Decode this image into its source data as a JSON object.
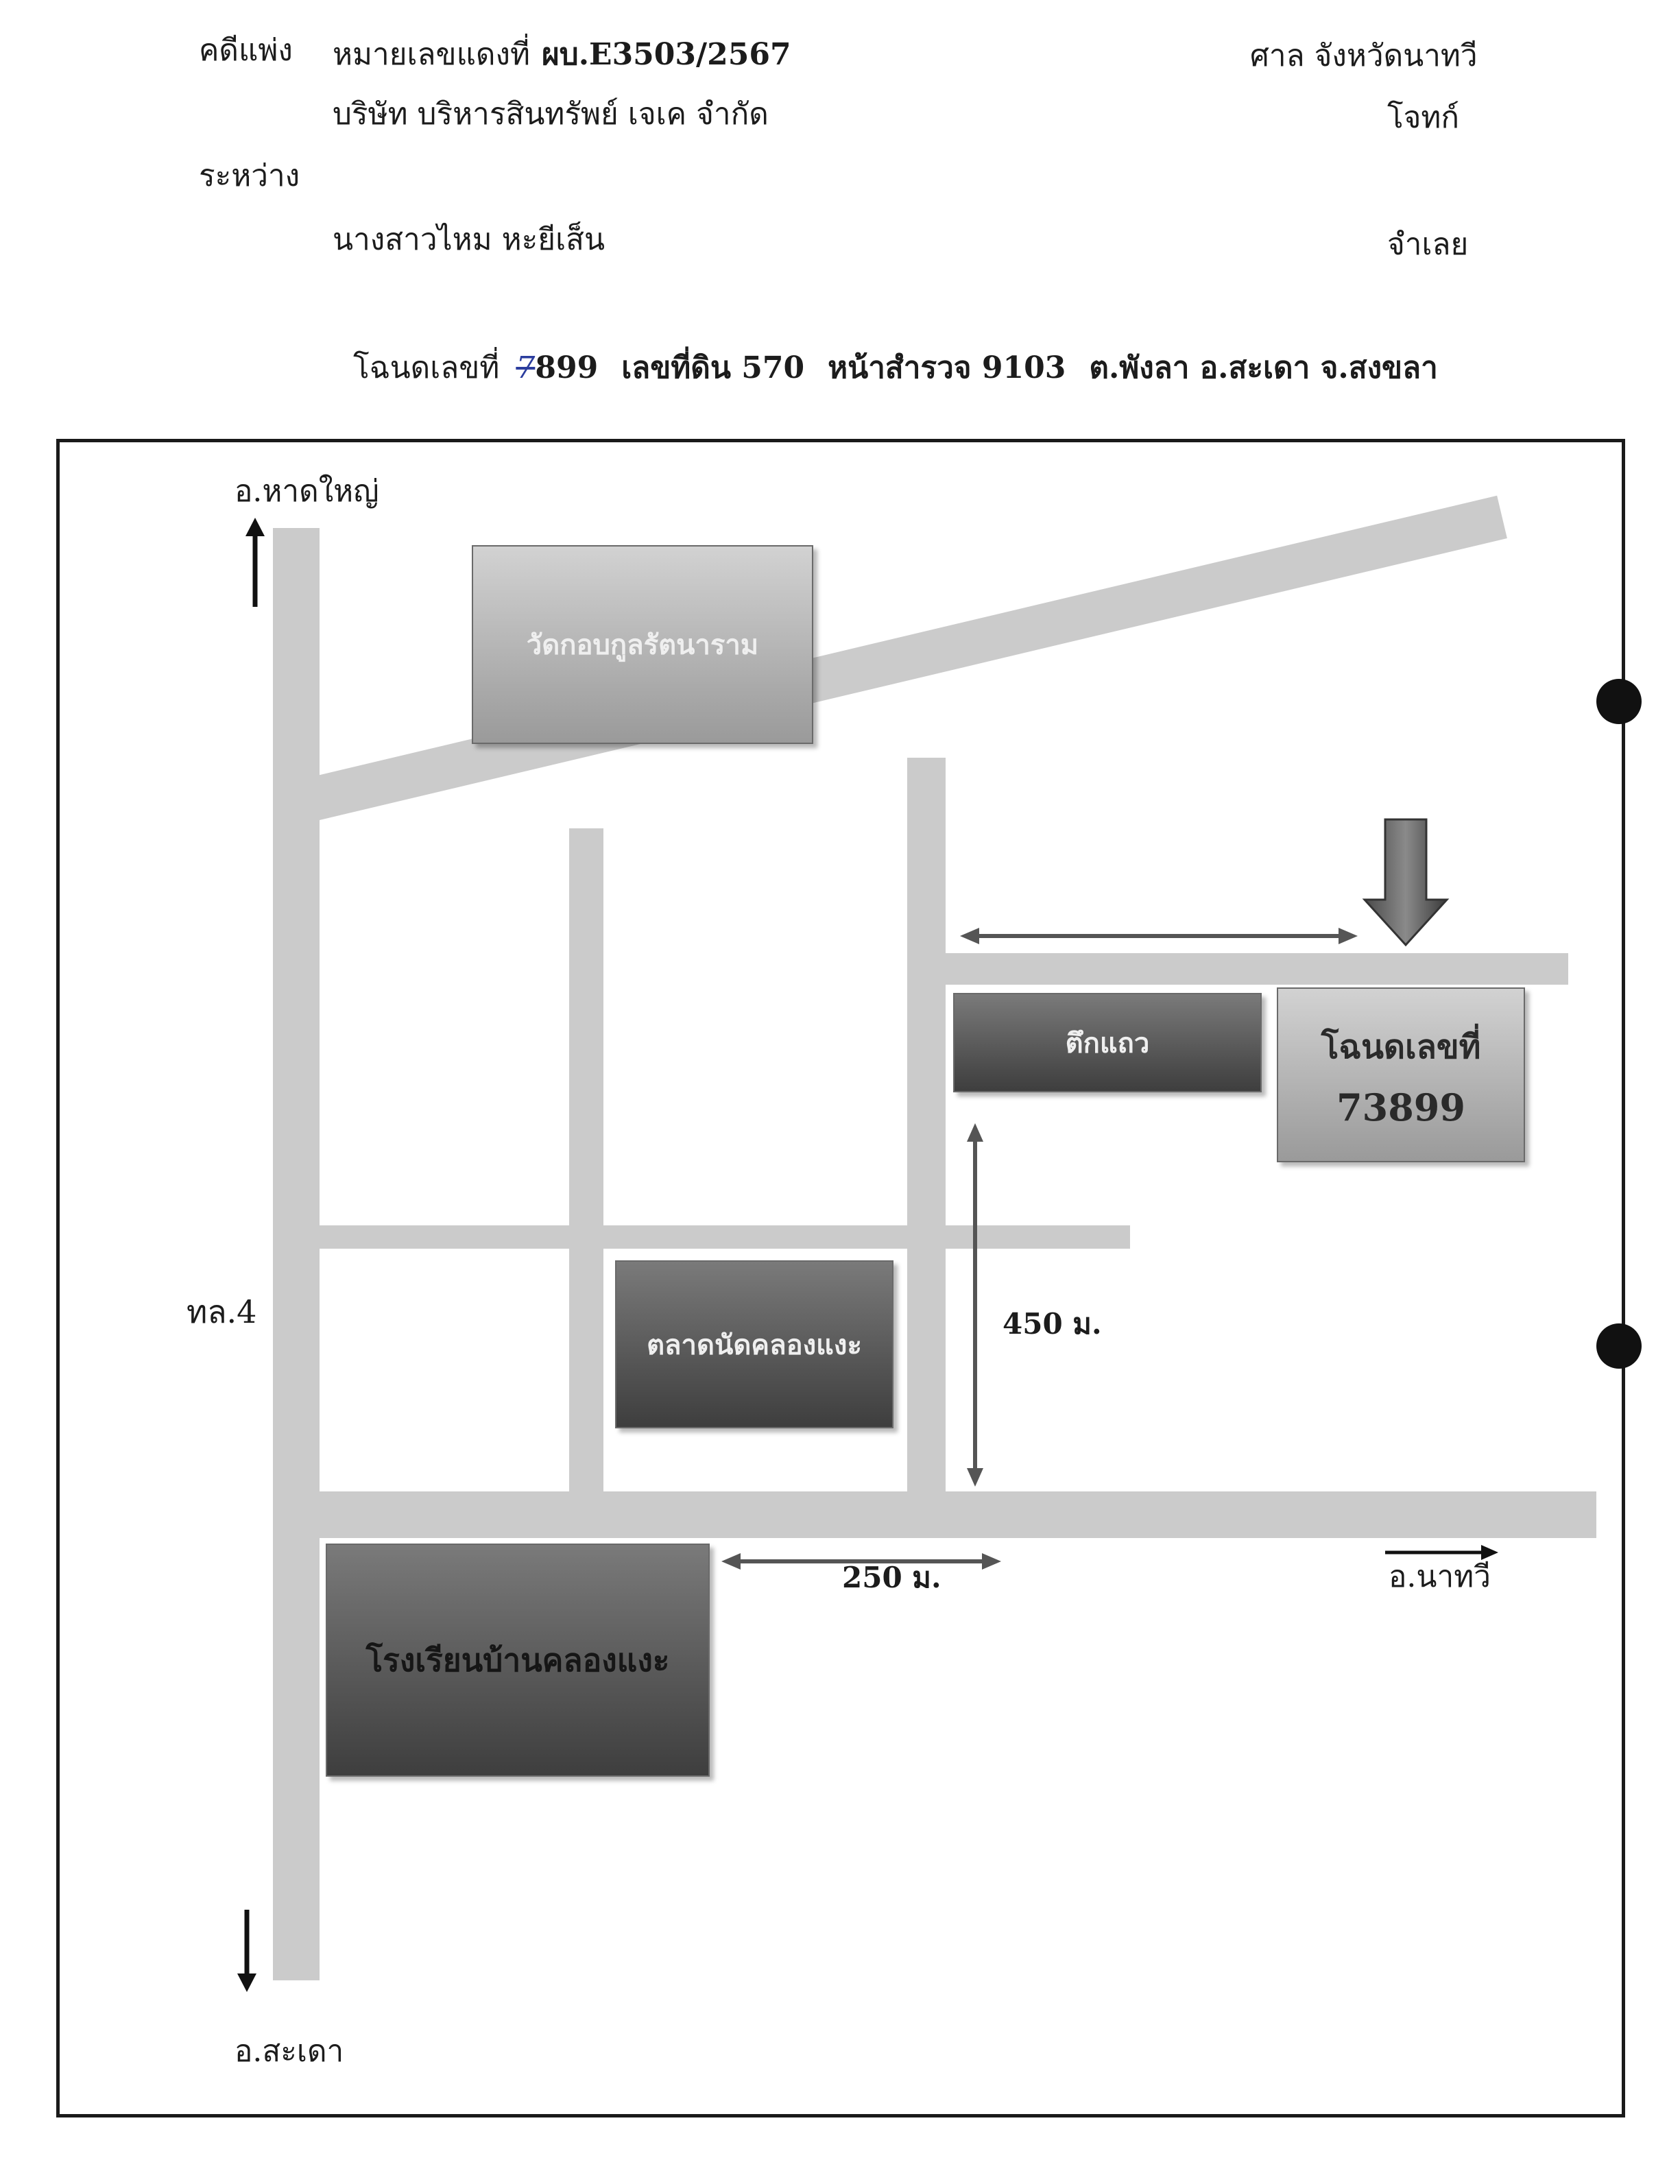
{
  "header": {
    "case_type": "คดีแพ่ง",
    "case_number_label": "หมายเลขแดงที่",
    "case_number": "ผบ.E3503/2567",
    "court": "ศาล จังหวัดนาทวี",
    "plaintiff_name": "บริษัท บริหารสินทรัพย์ เจเค จำกัด",
    "plaintiff_role": "โจทก์",
    "between": "ระหว่าง",
    "defendant_name": "นางสาวไหม หะยีเส็น",
    "defendant_role": "จำเลย"
  },
  "title": {
    "deed_label": "โฉนดเลขที่",
    "deed_prefix_handwritten": "7",
    "deed_suffix": "899",
    "land_no": "เลขที่ดิน 570",
    "survey_no": "หน้าสำรวจ 9103",
    "location": "ต.พังลา อ.สะเดา จ.สงขลา"
  },
  "map": {
    "north_label": "อ.หาดใหญ่",
    "south_label": "อ.สะเดา",
    "east_label": "อ.นาทวี",
    "highway_label": "ทล.4",
    "temple": "วัดกอบกูลรัตนาราม",
    "shophouse": "ตึกแถว",
    "parcel_line1": "โฉนดเลขที่",
    "parcel_line2": "73899",
    "market": "ตลาดนัดคลองแงะ",
    "school": "โรงเรียนบ้านคลองแงะ",
    "distance_vertical": "450 ม.",
    "distance_horizontal": "250 ม."
  }
}
